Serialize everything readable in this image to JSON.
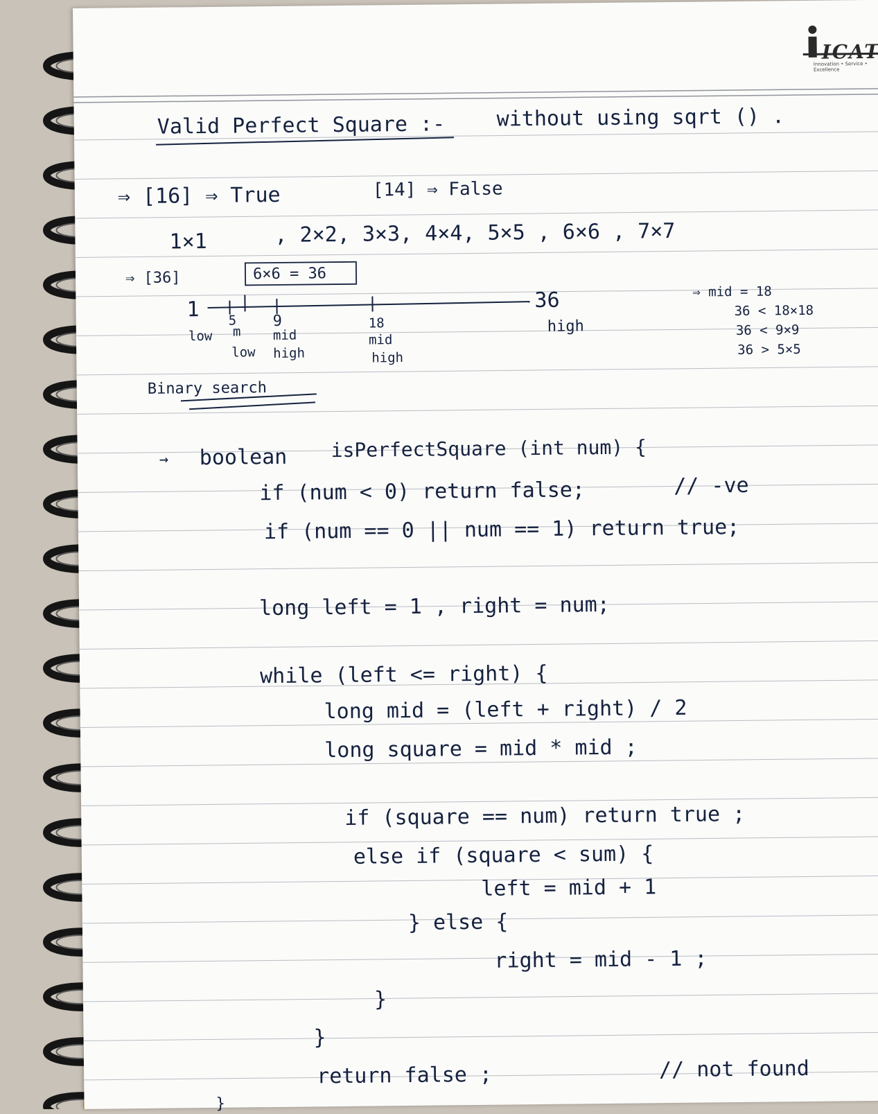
{
  "brand": {
    "name": "ICAT",
    "tagline": "Innovation • Service • Excellence"
  },
  "title": {
    "main": "Valid Perfect Square :-",
    "sub": "without using sqrt () ."
  },
  "examples": {
    "ex1": "⇒ [16] ⇒ True",
    "ex2": "[14] ⇒ False"
  },
  "squares": {
    "first": "1×1",
    "rest": ", 2×2, 3×3, 4×4, 5×5 , 6×6 , 7×7"
  },
  "case36": {
    "input": "⇒ [36]",
    "result": "6×6 = 36"
  },
  "numberline": {
    "start": "1",
    "end": "36",
    "t5": "5",
    "t9": "9",
    "t18": "18",
    "low": "low",
    "m": "m",
    "low2": "low",
    "mid9": "mid",
    "high9": "high",
    "mid18": "mid",
    "high18": "high",
    "high36": "high"
  },
  "side_notes": [
    "⇒ mid = 18",
    "36 < 18×18",
    "36 < 9×9",
    "36 > 5×5"
  ],
  "method_label": "Binary search",
  "code": {
    "signature_arrow": "→",
    "signature_type": "boolean",
    "signature_rest": "isPerfectSquare (int num) {",
    "line_neg": "if (num < 0) return false;",
    "comment_neg": "// -ve",
    "line_base": "if (num == 0 || num == 1)  return true;",
    "line_init": "long left = 1  , right = num;",
    "line_while": "while (left <= right) {",
    "line_mid": "long mid = (left + right) / 2",
    "line_square": "long square =  mid * mid ;",
    "line_if_eq": "if (square == num) return true ;",
    "line_else_if": "else if (square < sum) {",
    "line_left": "left = mid + 1",
    "line_else": "} else {",
    "line_right": "right = mid - 1 ;",
    "brace_inner": "}",
    "brace_loop": "}",
    "line_return": "return   false ;",
    "comment_return": "// not found",
    "brace_last": "}"
  }
}
